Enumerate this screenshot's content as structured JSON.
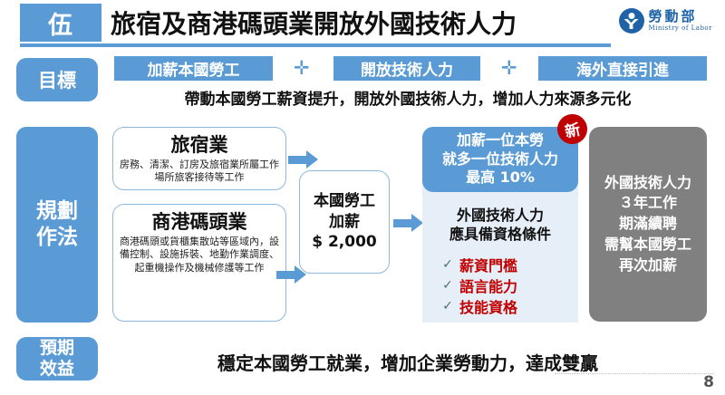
{
  "header": {
    "number": "伍",
    "title": "旅宿及商港碼頭業開放外國技術人力",
    "logo_cn": "勞動部",
    "logo_en": "Ministry of Labor"
  },
  "goal": {
    "label": "目標",
    "pills": [
      "加薪本國勞工",
      "開放技術人力",
      "海外直接引進"
    ],
    "separator": "✛",
    "subtitle": "帶動本國勞工薪資提升，開放外國技術人力，增加人力來源多元化"
  },
  "plan": {
    "label": "規劃\n作法",
    "label_line1": "規劃",
    "label_line2": "作法",
    "hotel": {
      "title": "旅宿業",
      "desc": "房務、清潔、訂房及旅宿業所屬工作場所旅客接待等工作"
    },
    "port": {
      "title": "商港碼頭業",
      "desc": "商港碼頭或貨櫃集散站等區域內，設備控制、設施拆裝、地勤作業調度、起重機操作及機械修護等工作"
    },
    "raise": {
      "line1": "本國勞工",
      "line2": "加薪",
      "line3": "$ 2,000"
    },
    "panel_head": {
      "line1": "加薪一位本勞",
      "line2": "就多一位技術人力",
      "line3": "最高 10%"
    },
    "panel_title_line1": "外國技術人力",
    "panel_title_line2": "應具備資格條件",
    "panel_items": [
      "薪資門檻",
      "語言能力",
      "技能資格"
    ],
    "check_glyph": "✓",
    "gray_box": {
      "line1": "外國技術人力",
      "line2": "３年工作",
      "line3": "期滿續聘",
      "line4": "需幫本國勞工",
      "line5": "再次加薪"
    },
    "new_badge": "新"
  },
  "benefit": {
    "label_line1": "預期",
    "label_line2": "效益",
    "text": "穩定本國勞工就業，增加企業勞動力，達成雙贏"
  },
  "page_number": "8",
  "colors": {
    "accent_blue": "#5B9BD5",
    "panel_light": "#E6EEF7",
    "gray": "#808080",
    "red": "#C00000",
    "logo_blue": "#1F62A8"
  }
}
